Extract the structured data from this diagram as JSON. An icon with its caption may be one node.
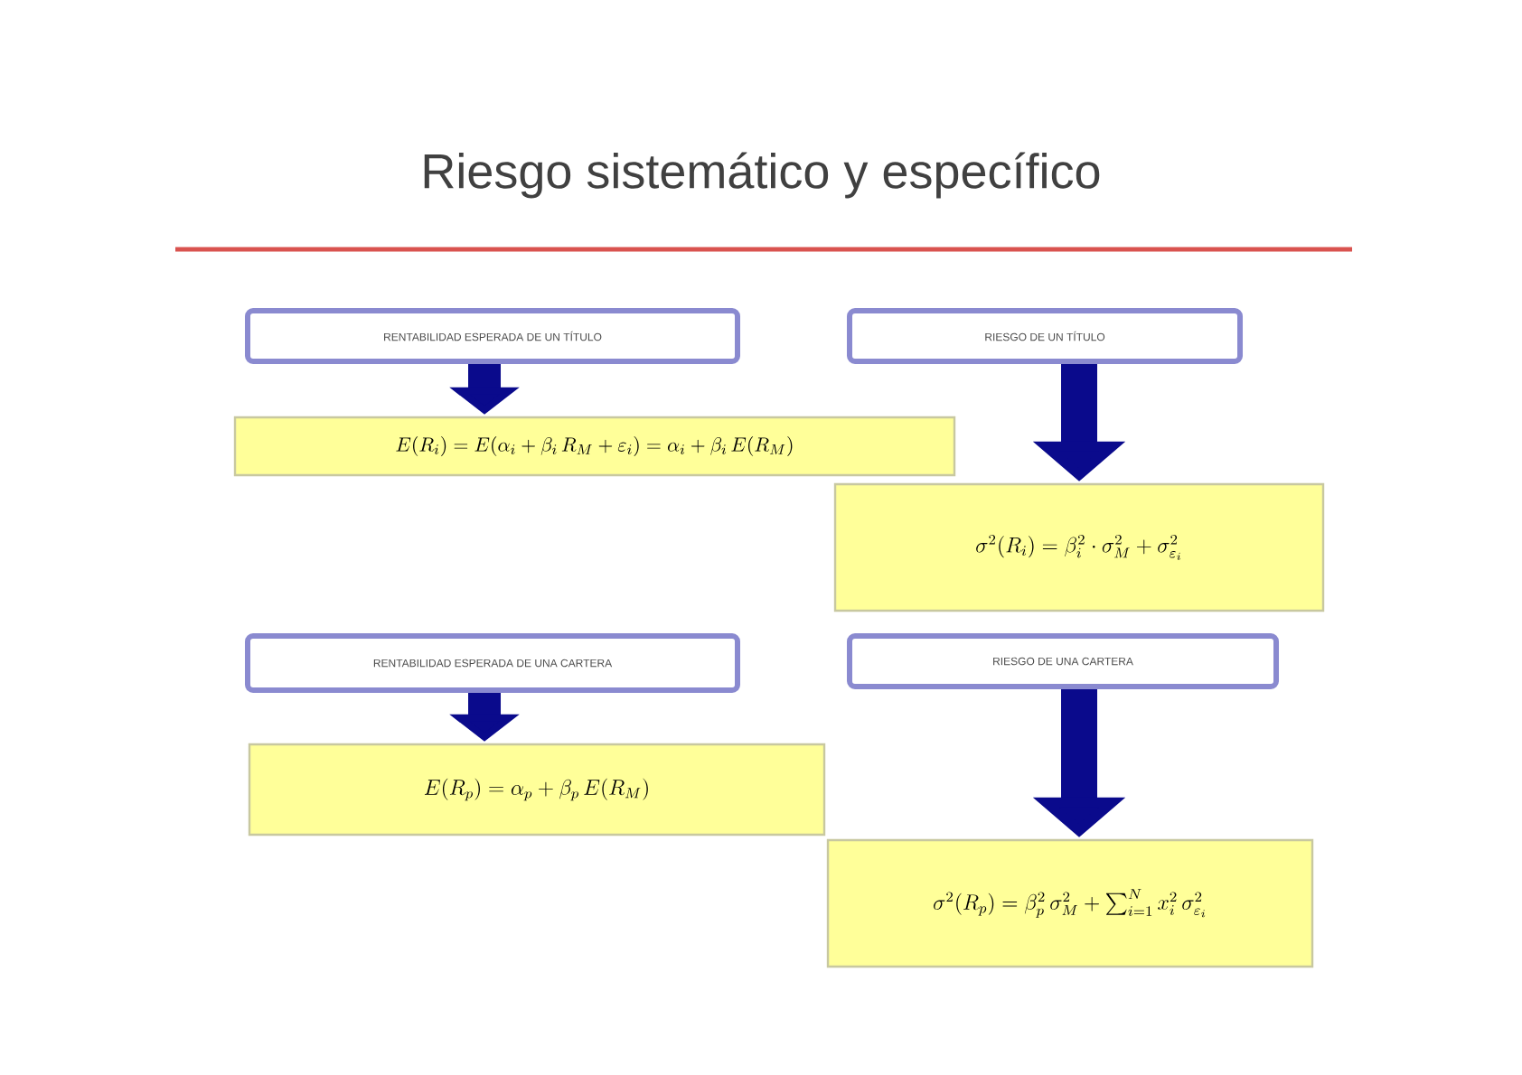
{
  "diagram": {
    "title": "Riesgo sistemático y específico",
    "nodes": [
      {
        "text": [
          "RENTABILIDAD ESPERADA DE UN TÍTULO"
        ]
      },
      {
        "text": [
          "E(R_i)=E(\\alpha_i+\\beta_i\\,R_M+\\varepsilon_i)=\\alpha_i+\\beta_i\\,E(R_M)"
        ]
      },
      {
        "text": [
          "RIESGO DE UN TÍTULO"
        ]
      },
      {
        "text": [
          "\\sigma^2(R_i)=\\beta_i^2\\cdot\\sigma_M^2+\\sigma_{\\varepsilon_i}^2"
        ]
      },
      {
        "text": [
          "RENTABILIDAD ESPERADA DE UNA CARTERA"
        ]
      },
      {
        "text": [
          "E(R_p)=\\alpha_p+\\beta_p\\,E(R_M)"
        ]
      },
      {
        "text": [
          "RIESGO DE UNA CARTERA"
        ]
      },
      {
        "text": [
          "\\sigma^2(R_p)=\\beta_p^2\\,\\sigma_M^2+\\sum_{i=1}^{N}x_i^2\\,\\sigma_{\\varepsilon_i}^2"
        ]
      }
    ],
    "edges": [
      {
        "from": 0,
        "to": 1,
        "arrow": "to"
      },
      {
        "from": 2,
        "to": 3,
        "arrow": "to"
      },
      {
        "from": 4,
        "to": 5,
        "arrow": "to"
      },
      {
        "from": 6,
        "to": 7,
        "arrow": "to"
      }
    ]
  }
}
